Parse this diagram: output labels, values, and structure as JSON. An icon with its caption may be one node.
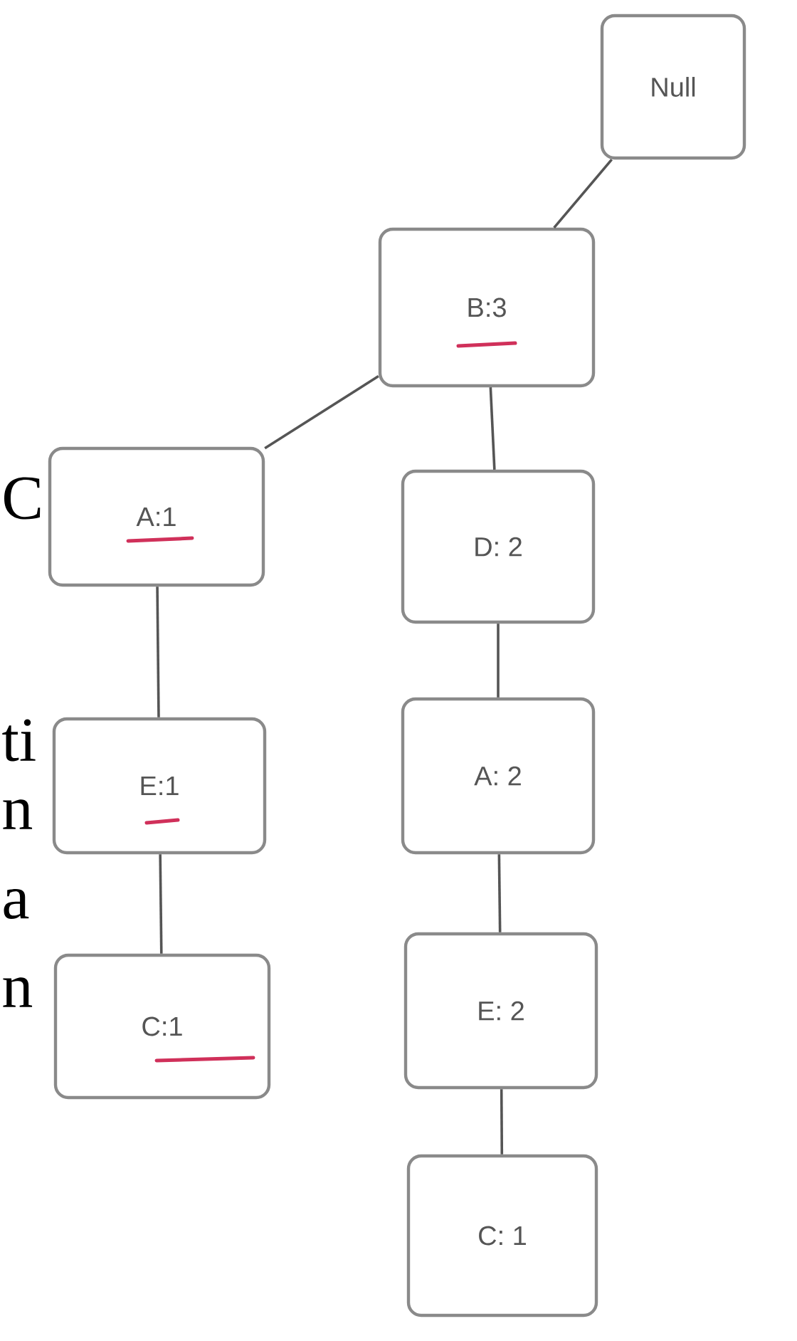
{
  "diagram": {
    "nodes": [
      {
        "text": [
          "Null"
        ]
      },
      {
        "text": [
          "B:3"
        ]
      },
      {
        "text": [
          "A:1"
        ]
      },
      {
        "text": [
          "D: 2"
        ]
      },
      {
        "text": [
          "E:1"
        ]
      },
      {
        "text": [
          "A: 2"
        ]
      },
      {
        "text": [
          "C:1"
        ]
      },
      {
        "text": [
          "E: 2"
        ]
      },
      {
        "text": [
          "C: 1"
        ]
      }
    ],
    "edges": [
      {
        "from": 0,
        "to": 1,
        "arrow": "none"
      },
      {
        "from": 1,
        "to": 2,
        "arrow": "none"
      },
      {
        "from": 1,
        "to": 3,
        "arrow": "none"
      },
      {
        "from": 2,
        "to": 4,
        "arrow": "none"
      },
      {
        "from": 3,
        "to": 5,
        "arrow": "none"
      },
      {
        "from": 4,
        "to": 6,
        "arrow": "none"
      },
      {
        "from": 5,
        "to": 7,
        "arrow": "none"
      },
      {
        "from": 7,
        "to": 8,
        "arrow": "none"
      }
    ],
    "labels": [
      "C",
      "ti",
      "n",
      "a",
      "n"
    ]
  }
}
